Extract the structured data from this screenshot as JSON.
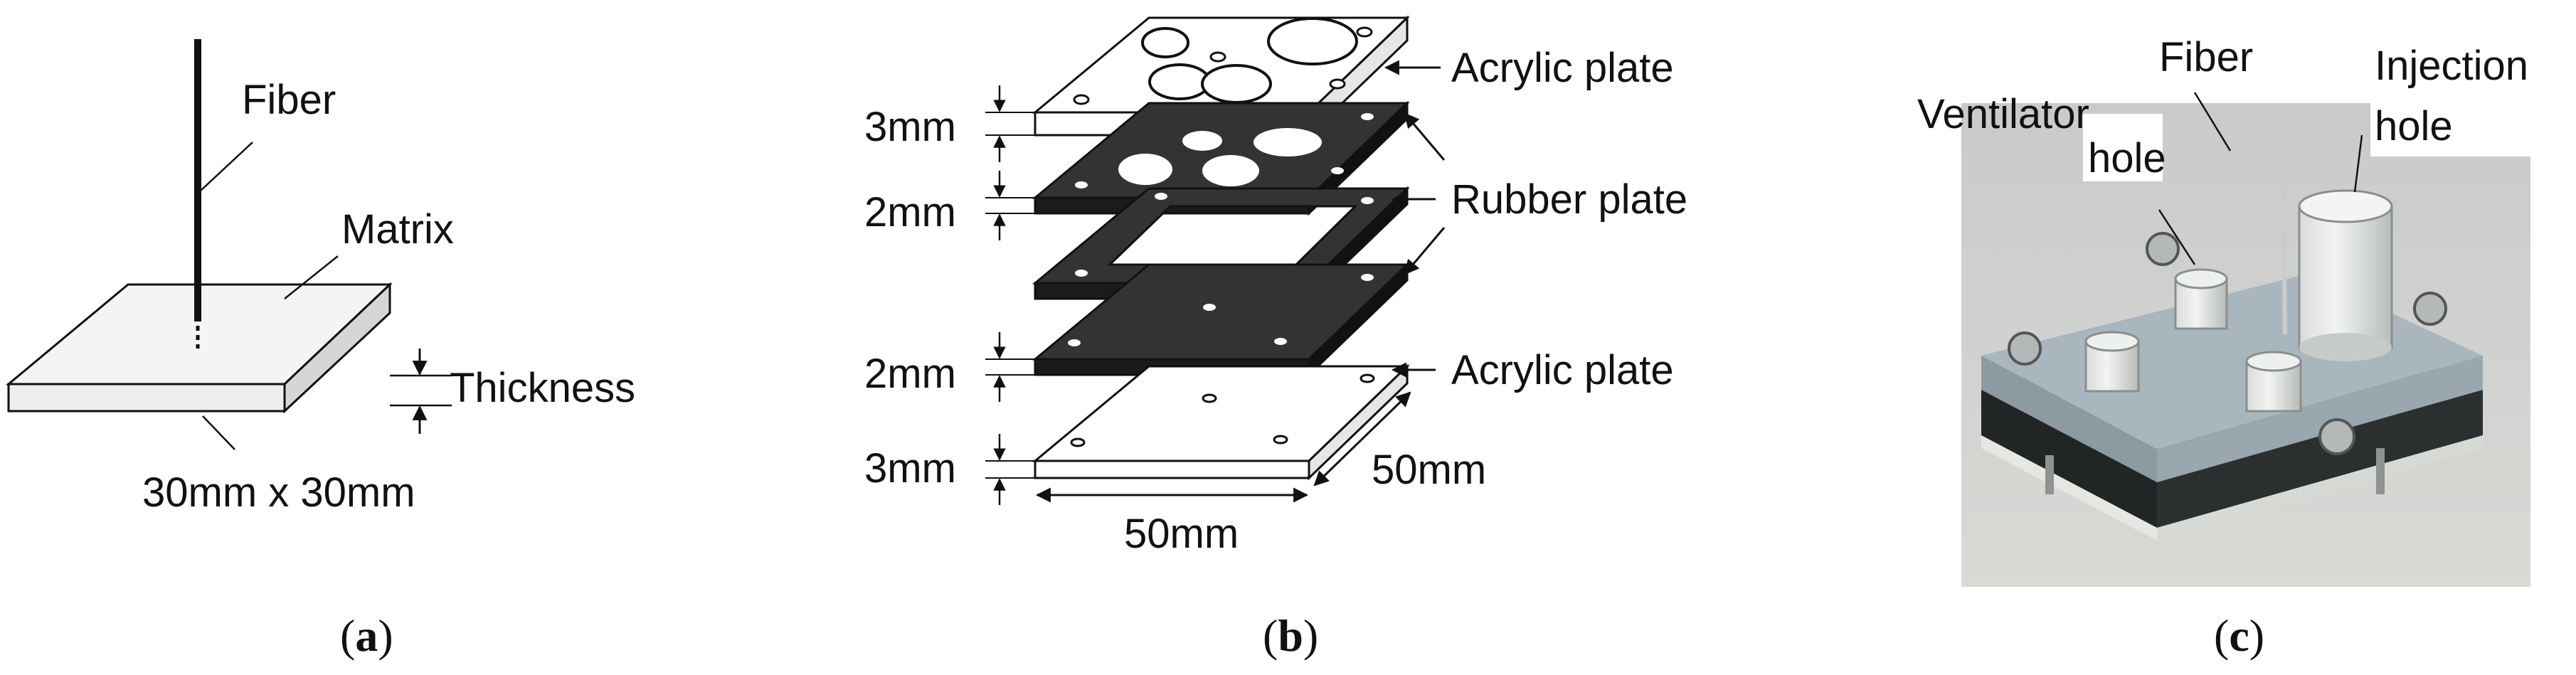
{
  "panel_a": {
    "fiber_label": "Fiber",
    "matrix_label": "Matrix",
    "thickness_label": "Thickness",
    "size_label": "30mm x 30mm",
    "caption_open": "(",
    "caption_letter": "a",
    "caption_close": ")"
  },
  "panel_b": {
    "acrylic_top_label": "Acrylic plate",
    "rubber_label": "Rubber plate",
    "acrylic_bottom_label": "Acrylic plate",
    "dim_top": "3mm",
    "dim_rubber_1": "2mm",
    "dim_rubber_2": "2mm",
    "dim_bottom": "3mm",
    "width_label": "50mm",
    "depth_label": "50mm",
    "caption_open": "(",
    "caption_letter": "b",
    "caption_close": ")"
  },
  "panel_c": {
    "ventilator_line1": "Ventilator",
    "ventilator_line2": "hole",
    "fiber_label": "Fiber",
    "injection_line1": "Injection",
    "injection_line2": "hole",
    "caption_open": "(",
    "caption_letter": "c",
    "caption_close": ")"
  }
}
